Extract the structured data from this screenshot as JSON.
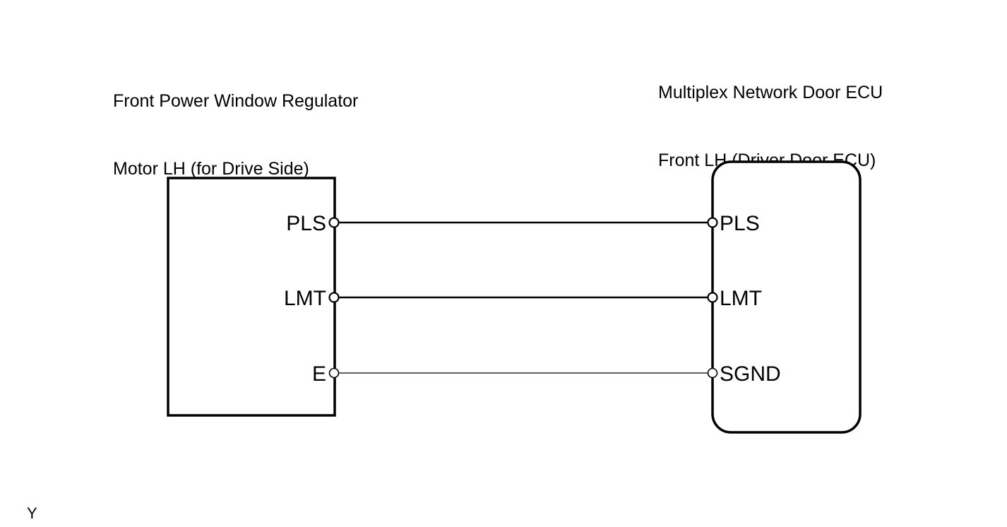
{
  "diagram": {
    "type": "wiring-connector-diagram",
    "background_color": "#ffffff",
    "line_color": "#000000",
    "corner_mark": "Y",
    "left_component": {
      "title_line1": "Front Power Window Regulator",
      "title_line2": "Motor LH (for Drive Side)",
      "shape": "rectangle",
      "terminals": [
        {
          "label": "PLS"
        },
        {
          "label": "LMT"
        },
        {
          "label": "E"
        }
      ]
    },
    "right_component": {
      "title_line1": "Multiplex Network Door ECU",
      "title_line2": "Front LH (Driver Door ECU)",
      "shape": "rounded-rectangle",
      "terminals": [
        {
          "label": "PLS"
        },
        {
          "label": "LMT"
        },
        {
          "label": "SGND"
        }
      ]
    },
    "connections": [
      {
        "from": "PLS",
        "to": "PLS"
      },
      {
        "from": "LMT",
        "to": "LMT"
      },
      {
        "from": "E",
        "to": "SGND"
      }
    ]
  }
}
